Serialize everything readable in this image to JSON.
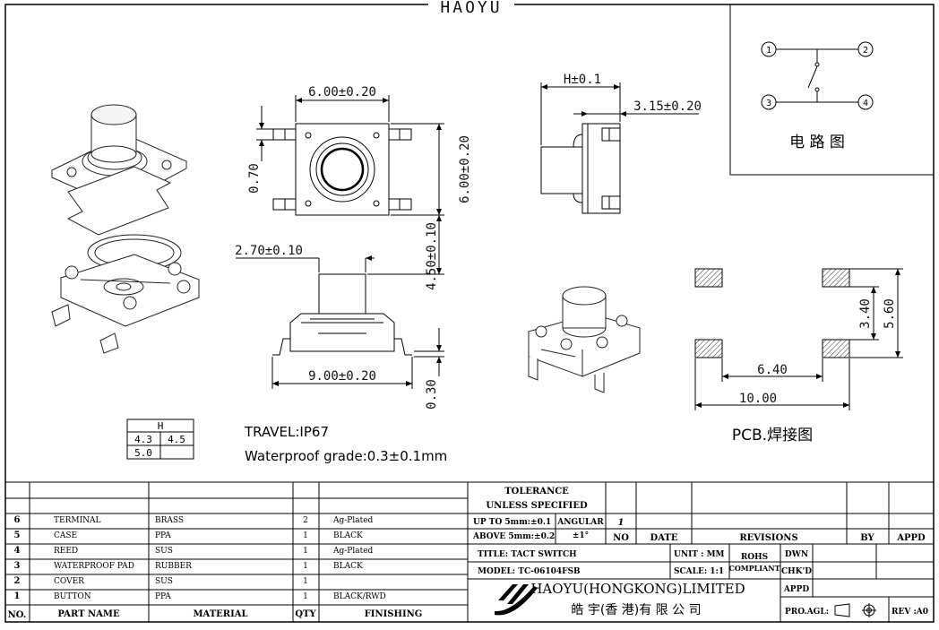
{
  "brand_header": "HAOYU",
  "dims": {
    "top_width": "6.00±0.20",
    "top_height": "6.00±0.20",
    "top_pin": "0.70",
    "height_total": "4.50±0.10",
    "side_h": "H±0.1",
    "side_depth": "3.15±0.20",
    "button_dia": "2.70±0.10",
    "body_width": "9.00±0.20",
    "pin_thick": "0.30",
    "pcb_pitch_y": "3.40",
    "pcb_span_y": "5.60",
    "pcb_pitch_x": "6.40",
    "pcb_span_x": "10.00"
  },
  "schematic": {
    "pins": [
      "1",
      "2",
      "3",
      "4"
    ],
    "title": "电 路 图"
  },
  "pcb_label": "PCB.焊接图",
  "h_table": {
    "header": "H",
    "rows": [
      [
        "4.3",
        "4.5"
      ],
      [
        "5.0",
        ""
      ]
    ]
  },
  "notes": {
    "travel": "TRAVEL:IP67",
    "waterproof": "Waterproof  grade:0.3±0.1mm"
  },
  "bom": {
    "headers": {
      "no": "NO.",
      "part": "PART    NAME",
      "material": "MATERIAL",
      "qty": "QTY",
      "finish": "FINISHING"
    },
    "rows": [
      {
        "no": "6",
        "part": "TERMINAL",
        "material": "BRASS",
        "qty": "2",
        "finish": "Ag-Plated"
      },
      {
        "no": "5",
        "part": "CASE",
        "material": "PPA",
        "qty": "1",
        "finish": "BLACK"
      },
      {
        "no": "4",
        "part": "REED",
        "material": "SUS",
        "qty": "1",
        "finish": "Ag-Plated"
      },
      {
        "no": "3",
        "part": "WATERPROOF PAD",
        "material": "RUBBER",
        "qty": "1",
        "finish": "BLACK"
      },
      {
        "no": "2",
        "part": "COVER",
        "material": "SUS",
        "qty": "1",
        "finish": ""
      },
      {
        "no": "1",
        "part": "BUTTON",
        "material": "PPA",
        "qty": "1",
        "finish": "BLACK/RWD"
      }
    ]
  },
  "tolerance": {
    "title1": "TOLERANCE",
    "title2": "UNLESS  SPECIFIED",
    "upto": "UP TO 5mm:±0.1",
    "above": "ABOVE 5mm:±0.2",
    "angular": "ANGULAR",
    "angular_val": "±1°"
  },
  "revisions": {
    "row_no": "1",
    "no": "NO",
    "date": "DATE",
    "revisions": "REVISIONS",
    "by": "BY",
    "appd": "APPD"
  },
  "title_block": {
    "title": "TITLE:  TACT SWITCH",
    "model": "MODEL:  TC-06104FSB",
    "unit": "UNIT : MM",
    "scale": "SCALE:  1:1",
    "rohs1": "ROHS",
    "rohs2": "COMPLIANT",
    "dwn": "DWN",
    "chkd": "CHK'D",
    "appd": "APPD",
    "company_en": "HAOYU(HONGKONG)LIMITED",
    "company_cn": "皓 宇(香 港)有 限 公 司",
    "pro_agl": "PRO.AGL:",
    "rev": "REV :A0"
  }
}
